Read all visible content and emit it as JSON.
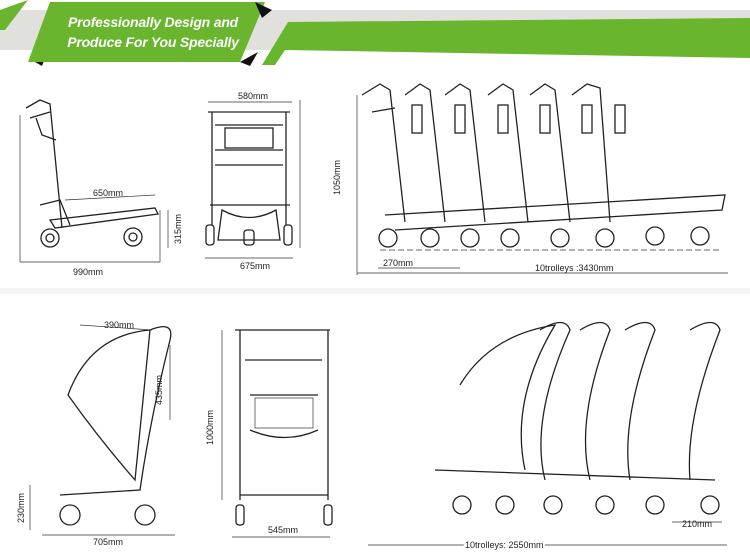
{
  "banner": {
    "line1": "Professionally Design and",
    "line2": "Produce For You Specially",
    "accent": "#69b52d",
    "band": "#e0e0dc"
  },
  "top_views": {
    "side_length": "650mm",
    "side_height": "315mm",
    "side_total": "990mm",
    "front_width": "580mm",
    "front_height": "1050mm",
    "front_base": "675mm",
    "stack_offset": "270mm",
    "stack_total": "10trolleys :3430mm"
  },
  "bottom_views": {
    "basket_width": "390mm",
    "basket_height": "435mm",
    "base_height": "230mm",
    "side_total": "705mm",
    "front_height": "1000mm",
    "front_base": "545mm",
    "stack_offset": "210mm",
    "stack_total": "10trolleys: 2550mm"
  }
}
